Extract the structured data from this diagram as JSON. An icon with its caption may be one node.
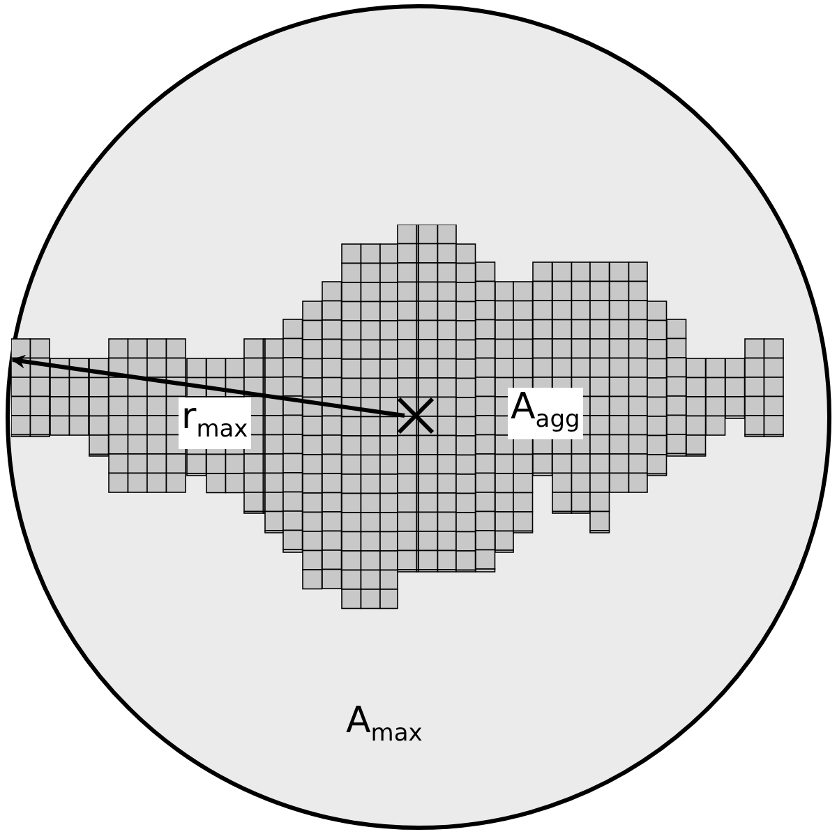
{
  "diagram": {
    "nodes": [
      {
        "text": [
          "A$_{max}$"
        ]
      },
      {
        "text": [
          "A$_{agg}$"
        ],
        "in": 0
      }
    ],
    "labels": [
      "r$_{max}$"
    ]
  }
}
